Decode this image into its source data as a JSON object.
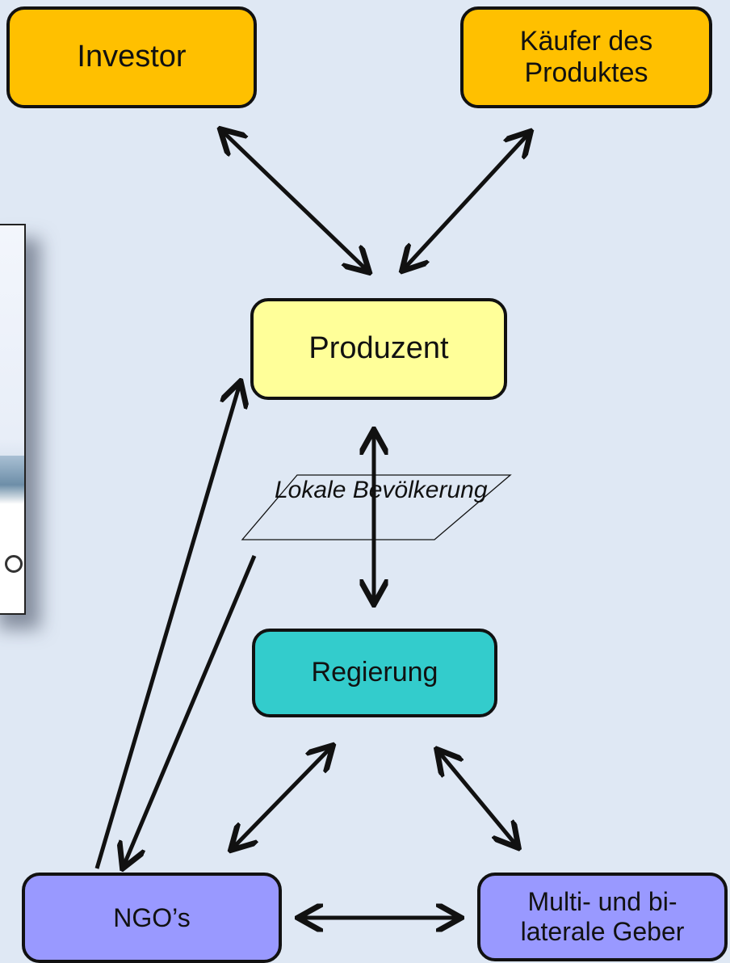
{
  "diagram": {
    "nodes": {
      "investor": "Investor",
      "kaeufer": "Käufer des\nProduktes",
      "produzent": "Produzent",
      "regierung": "Regierung",
      "ngos": "NGO’s",
      "geber": "Multi- und bi-\nlaterale Geber"
    },
    "plane_label": "Lokale Bevölkerung",
    "colors": {
      "investor": "#ffc000",
      "kaeufer": "#ffc000",
      "produzent": "#ffff99",
      "regierung": "#33cccc",
      "ngos": "#9999ff",
      "geber": "#9999ff",
      "background": "#dfe8f4"
    }
  }
}
